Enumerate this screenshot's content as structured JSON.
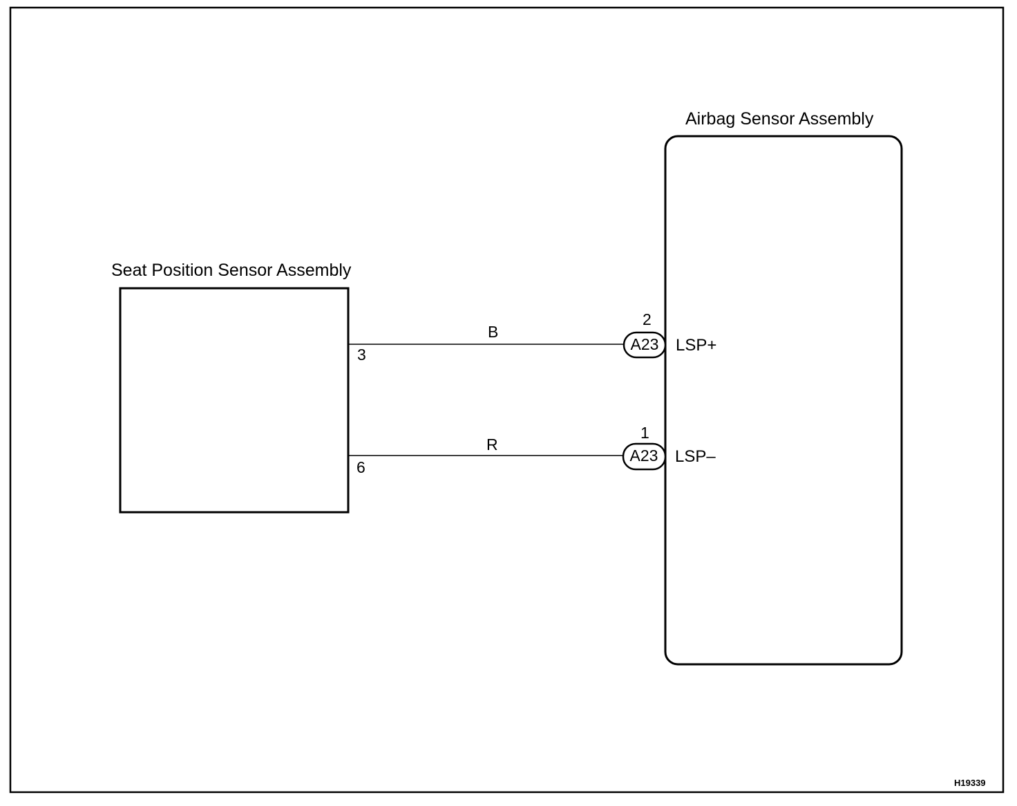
{
  "diagram": {
    "left_component": {
      "title": "Seat Position Sensor Assembly"
    },
    "right_component": {
      "title": "Airbag Sensor Assembly"
    },
    "wires": [
      {
        "source_pin": "3",
        "color_code": "B",
        "connector": "A23",
        "connector_pin": "2",
        "terminal": "LSP+"
      },
      {
        "source_pin": "6",
        "color_code": "R",
        "connector": "A23",
        "connector_pin": "1",
        "terminal": "LSP–"
      }
    ],
    "figure_code": "H19339"
  }
}
